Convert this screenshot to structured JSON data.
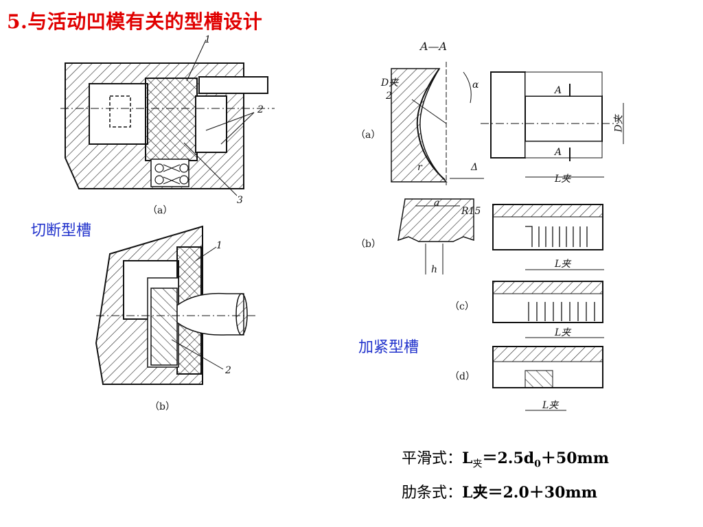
{
  "title": "5.与活动凹模有关的型槽设计",
  "labels": {
    "cut_groove": "切断型槽",
    "clamp_groove": "加紧型槽"
  },
  "left_figure": {
    "caption_a": "（a）",
    "caption_b": "（b）",
    "callouts_a": [
      "1",
      "2",
      "3"
    ],
    "callouts_b": [
      "1",
      "2"
    ]
  },
  "right_figure": {
    "section_title": "A—A",
    "d_label": "D夹",
    "d_den": "2",
    "alpha": "α",
    "r": "r",
    "delta": "Δ",
    "a_mark": "A",
    "d_clamp": "D夹",
    "l_clamp": "L夹",
    "caption_a": "（a）",
    "caption_b": "（b）",
    "caption_c": "（c）",
    "caption_d": "（d）",
    "a_dim": "a",
    "r15": "R15",
    "h": "h"
  },
  "formulas": {
    "smooth_prefix": "平滑式：",
    "smooth_L": "L",
    "smooth_sub": "夹",
    "smooth_rest": "＝2.5d",
    "smooth_sub0": "0",
    "smooth_tail": "＋50mm",
    "rib_prefix": "肋条式：",
    "rib_rest": "L夹＝2.0＋30mm"
  }
}
